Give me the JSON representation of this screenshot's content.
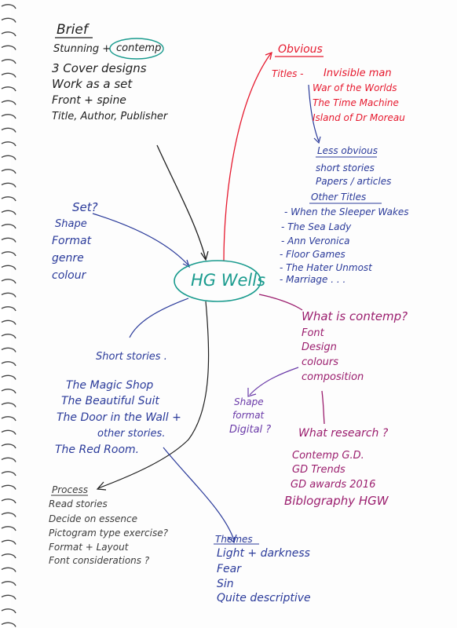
{
  "colors": {
    "black": "#1e1e1e",
    "red": "#e6192e",
    "blue": "#2a3a9a",
    "teal": "#1a9b8e",
    "purple": "#6a3aa8",
    "magenta": "#9b1e6e"
  },
  "center": {
    "label": "HG Wells"
  },
  "brief": {
    "heading": "Brief",
    "line1_a": "Stunning +",
    "line1_b": "contemp",
    "lines": [
      "3 Cover designs",
      "Work as a set",
      "Front + spine",
      "Title, Author, Publisher"
    ]
  },
  "set": {
    "heading": "Set?",
    "lines": [
      "Shape",
      "Format",
      "genre",
      "colour"
    ]
  },
  "obvious": {
    "heading": "Obvious",
    "titles_label": "Titles -",
    "titles": [
      "Invisible man",
      "War of the Worlds",
      "The Time Machine",
      "Island of Dr Moreau"
    ]
  },
  "less_obvious": {
    "heading": "Less obvious",
    "lines": [
      "short stories",
      "Papers / articles"
    ]
  },
  "other_titles": {
    "heading": "Other Titles",
    "lines": [
      "- When the Sleeper Wakes",
      "- The Sea Lady",
      "- Ann Veronica",
      "- Floor Games",
      "- The Hater Unmost",
      "- Marriage . . ."
    ]
  },
  "contemp": {
    "heading": "What is contemp?",
    "lines": [
      "Font",
      "Design",
      "colours",
      "composition"
    ]
  },
  "shape_format": {
    "lines": [
      "Shape",
      "format",
      "Digital ?"
    ]
  },
  "research": {
    "heading": "What research ?",
    "lines": [
      "Contemp G.D.",
      "GD Trends",
      "GD awards 2016"
    ],
    "bibliography": "Biblography HGW"
  },
  "short_stories": {
    "heading": "Short stories .",
    "lines": [
      "The Magic Shop",
      "The Beautiful Suit",
      "The Door in the Wall +",
      "other stories.",
      "The Red Room."
    ]
  },
  "process": {
    "heading": "Process",
    "lines": [
      "Read stories",
      "Decide on essence",
      "Pictogram type exercise?",
      "Format + Layout",
      "Font considerations ?"
    ]
  },
  "themes": {
    "heading": "Themes",
    "lines": [
      "Light + darkness",
      "Fear",
      "Sin",
      "Quite descriptive"
    ]
  }
}
